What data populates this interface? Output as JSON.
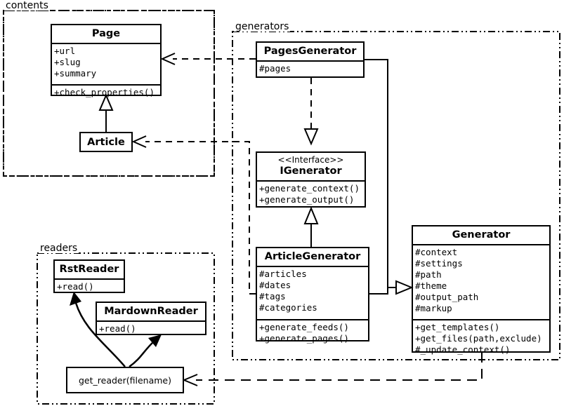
{
  "diagram": {
    "type": "uml-class-diagram",
    "packages": [
      {
        "name": "contents",
        "label": "contents"
      },
      {
        "name": "generators",
        "label": "generators"
      },
      {
        "name": "readers",
        "label": "readers"
      }
    ]
  },
  "contents": {
    "label": "contents",
    "classes": {
      "page": {
        "name": "Page",
        "attributes": [
          "+url",
          "+slug",
          "+summary"
        ],
        "methods": [
          "+check_properties()"
        ]
      },
      "article": {
        "name": "Article",
        "attributes": [],
        "methods": []
      }
    }
  },
  "generators": {
    "label": "generators",
    "classes": {
      "pages_generator": {
        "name": "PagesGenerator",
        "attributes": [
          "#pages"
        ],
        "methods": []
      },
      "igenerator": {
        "stereotype": "<<Interface>>",
        "name": "IGenerator",
        "attributes": [],
        "methods": [
          "+generate_context()",
          "+generate_output()"
        ]
      },
      "article_generator": {
        "name": "ArticleGenerator",
        "attributes": [
          "#articles",
          "#dates",
          "#tags",
          "#categories"
        ],
        "methods": [
          "+generate_feeds()",
          "+generate_pages()"
        ]
      },
      "generator": {
        "name": "Generator",
        "attributes": [
          "#context",
          "#settings",
          "#path",
          "#theme",
          "#output_path",
          "#markup"
        ],
        "methods": [
          "+get_templates()",
          "+get_files(path,exclude)",
          "#_update_context()"
        ]
      }
    }
  },
  "readers": {
    "label": "readers",
    "classes": {
      "rst_reader": {
        "name": "RstReader",
        "attributes": [],
        "methods": [
          "+read()"
        ]
      },
      "mardown_reader": {
        "name": "MardownReader",
        "attributes": [],
        "methods": [
          "+read()"
        ]
      }
    },
    "functions": {
      "get_reader": {
        "name": "get_reader(filename)"
      }
    }
  },
  "colors": {
    "line": "#000000",
    "background": "#ffffff",
    "text": "#000000"
  }
}
